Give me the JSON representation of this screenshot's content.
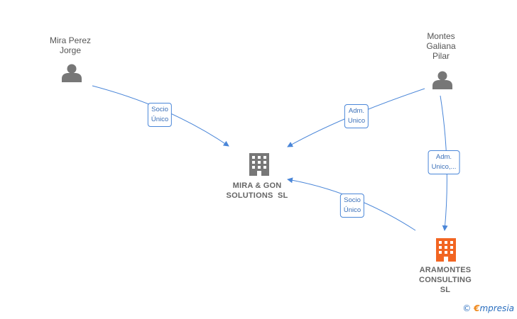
{
  "persons": [
    {
      "id": "mira_perez",
      "lines": [
        "Mira Perez",
        "Jorge"
      ]
    },
    {
      "id": "montes",
      "lines": [
        "Montes",
        "Galiana",
        "Pilar"
      ]
    }
  ],
  "companies": [
    {
      "id": "mira_gon",
      "lines": [
        "MIRA & GON",
        "SOLUTIONS  SL"
      ],
      "color": "#777777"
    },
    {
      "id": "aramontes",
      "lines": [
        "ARAMONTES",
        "CONSULTING",
        "SL"
      ],
      "color": "#f26522"
    }
  ],
  "edges": [
    {
      "from": "mira_perez",
      "to": "mira_gon",
      "lines": [
        "Socio",
        "Único"
      ]
    },
    {
      "from": "montes",
      "to": "mira_gon",
      "lines": [
        "Adm.",
        "Unico"
      ]
    },
    {
      "from": "montes",
      "to": "aramontes",
      "lines": [
        "Adm.",
        "Unico,..."
      ]
    },
    {
      "from": "aramontes",
      "to": "mira_gon",
      "lines": [
        "Socio",
        "Único"
      ]
    }
  ],
  "brand": {
    "copyright": "©",
    "e": "€",
    "rest": "mpresia"
  },
  "colors": {
    "edge": "#4a86d8",
    "person_icon": "#777777"
  }
}
